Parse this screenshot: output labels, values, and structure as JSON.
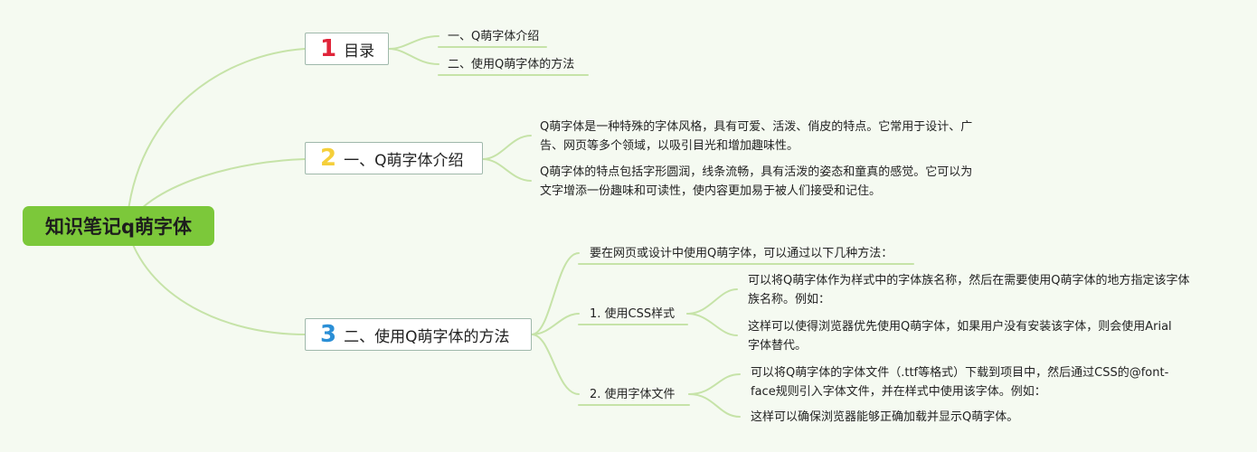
{
  "root": {
    "label": "知识笔记q萌字体"
  },
  "branches": [
    {
      "number": "1",
      "number_color": "#e0253a",
      "label": "目录",
      "items": [
        "一、Q萌字体介绍",
        "二、使用Q萌字体的方法"
      ]
    },
    {
      "number": "2",
      "number_color": "#f5cf3a",
      "label": "一、Q萌字体介绍",
      "items": [
        "Q萌字体是一种特殊的字体风格，具有可爱、活泼、俏皮的特点。它常用于设计、广告、网页等多个领域，以吸引目光和增加趣味性。",
        "Q萌字体的特点包括字形圆润，线条流畅，具有活泼的姿态和童真的感觉。它可以为文字增添一份趣味和可读性，使内容更加易于被人们接受和记住。"
      ]
    },
    {
      "number": "3",
      "number_color": "#2b8fd6",
      "label": "二、使用Q萌字体的方法",
      "intro": "要在网页或设计中使用Q萌字体，可以通过以下几种方法：",
      "methods": [
        {
          "label": "1. 使用CSS样式",
          "items": [
            "可以将Q萌字体作为样式中的字体族名称，然后在需要使用Q萌字体的地方指定该字体族名称。例如：",
            "这样可以使得浏览器优先使用Q萌字体，如果用户没有安装该字体，则会使用Arial字体替代。"
          ]
        },
        {
          "label": "2. 使用字体文件",
          "items": [
            "可以将Q萌字体的字体文件（.ttf等格式）下载到项目中，然后通过CSS的@font-face规则引入字体文件，并在样式中使用该字体。例如：",
            "这样可以确保浏览器能够正确加载并显示Q萌字体。"
          ]
        }
      ]
    }
  ],
  "colors": {
    "connector": "#c6e3a8",
    "root_fill": "#7cc83a",
    "branch_border": "#9fb8ab"
  }
}
